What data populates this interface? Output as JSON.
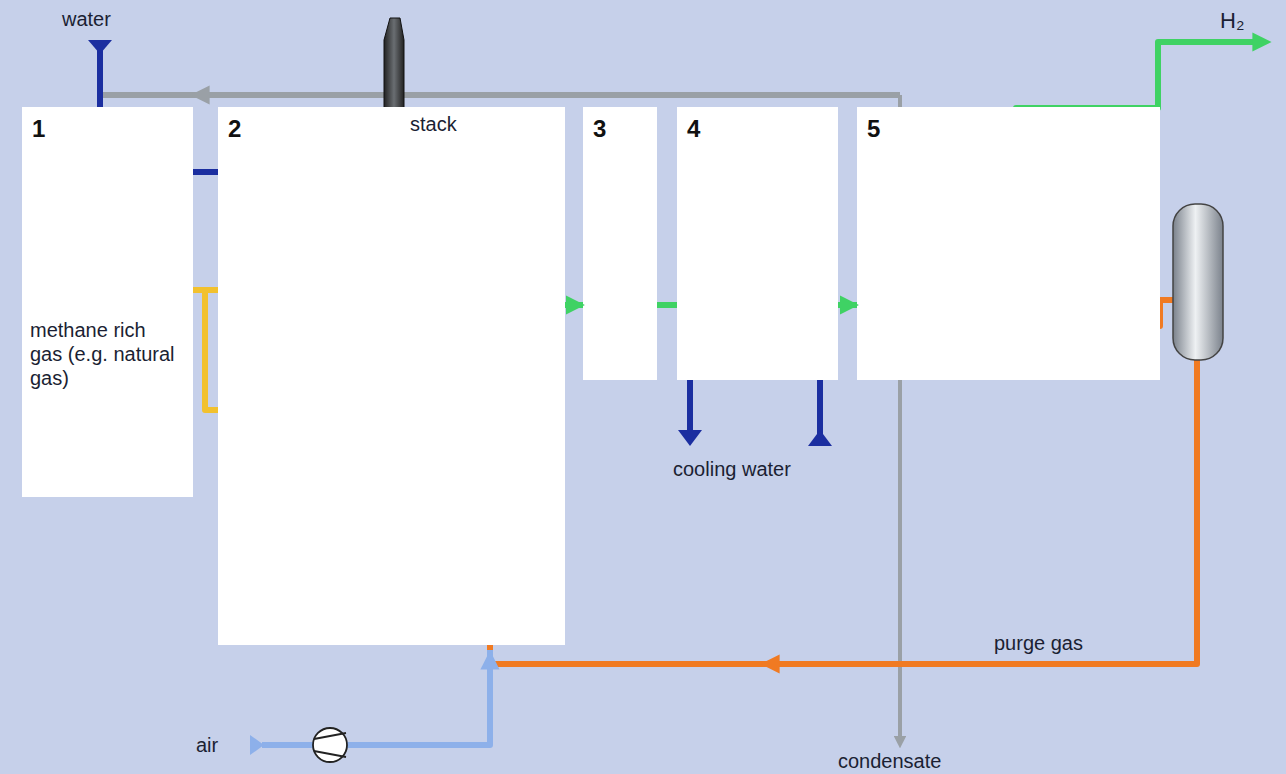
{
  "diagram": {
    "nodes": [
      {
        "text": [
          "1"
        ]
      },
      {
        "text": [
          "2"
        ]
      },
      {
        "text": [
          "3"
        ]
      },
      {
        "text": [
          "4"
        ]
      },
      {
        "text": [
          "5"
        ]
      }
    ],
    "edges": [
      {
        "from": 1,
        "to": 2,
        "arrow": "to"
      },
      {
        "from": 2,
        "to": 3,
        "arrow": "none"
      },
      {
        "from": 3,
        "to": 4,
        "arrow": "to"
      }
    ],
    "labels": [
      "water",
      "stack",
      "H₂",
      "methane rich gas (e.g. natural gas)",
      "cooling water",
      "purge gas",
      "air",
      "condensate"
    ]
  }
}
